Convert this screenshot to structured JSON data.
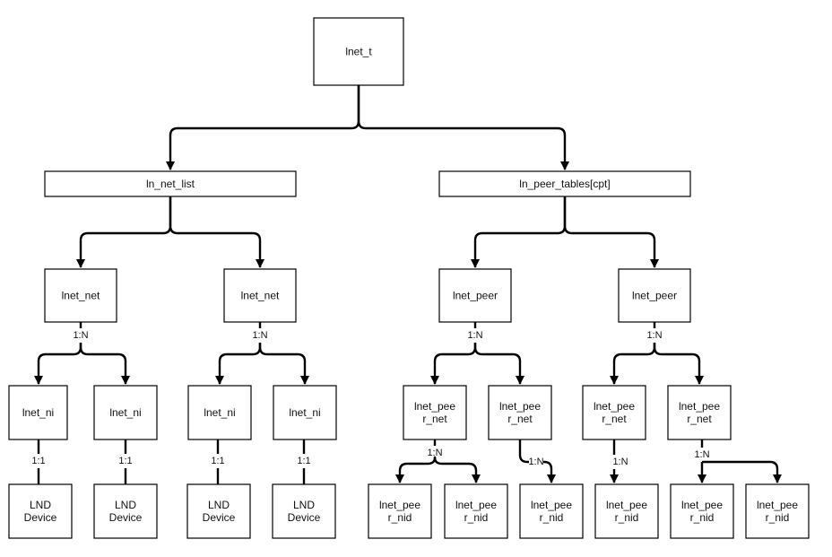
{
  "nodes": {
    "root": [
      "lnet_t"
    ],
    "net_list": [
      "ln_net_list"
    ],
    "peer_tables": [
      "ln_peer_tables[cpt]"
    ],
    "net_1": [
      "lnet_net"
    ],
    "net_2": [
      "lnet_net"
    ],
    "peer_1": [
      "lnet_peer"
    ],
    "peer_2": [
      "lnet_peer"
    ],
    "ni_1": [
      "lnet_ni"
    ],
    "ni_2": [
      "lnet_ni"
    ],
    "ni_3": [
      "lnet_ni"
    ],
    "ni_4": [
      "lnet_ni"
    ],
    "peer_net_1": [
      "lnet_pee",
      "r_net"
    ],
    "peer_net_2": [
      "lnet_pee",
      "r_net"
    ],
    "peer_net_3": [
      "lnet_pee",
      "r_net"
    ],
    "peer_net_4": [
      "lnet_pee",
      "r_net"
    ],
    "lnd_1": [
      "LND",
      "Device"
    ],
    "lnd_2": [
      "LND",
      "Device"
    ],
    "lnd_3": [
      "LND",
      "Device"
    ],
    "lnd_4": [
      "LND",
      "Device"
    ],
    "peer_nid_1": [
      "lnet_pee",
      "r_nid"
    ],
    "peer_nid_2": [
      "lnet_pee",
      "r_nid"
    ],
    "peer_nid_3": [
      "lnet_pee",
      "r_nid"
    ],
    "peer_nid_4": [
      "lnet_pee",
      "r_nid"
    ],
    "peer_nid_5": [
      "lnet_pee",
      "r_nid"
    ],
    "peer_nid_6": [
      "lnet_pee",
      "r_nid"
    ]
  },
  "edge_labels": {
    "net_1": "1:N",
    "net_2": "1:N",
    "peer_1": "1:N",
    "peer_2": "1:N",
    "ni_1": "1:1",
    "ni_2": "1:1",
    "ni_3": "1:1",
    "ni_4": "1:1",
    "peer_net_1": "1:N",
    "peer_net_2": "1:N",
    "peer_net_3": "1:N",
    "peer_net_4": "1:N"
  },
  "colors": {
    "stroke": "#000000",
    "fill": "#ffffff",
    "text": "#111111"
  }
}
